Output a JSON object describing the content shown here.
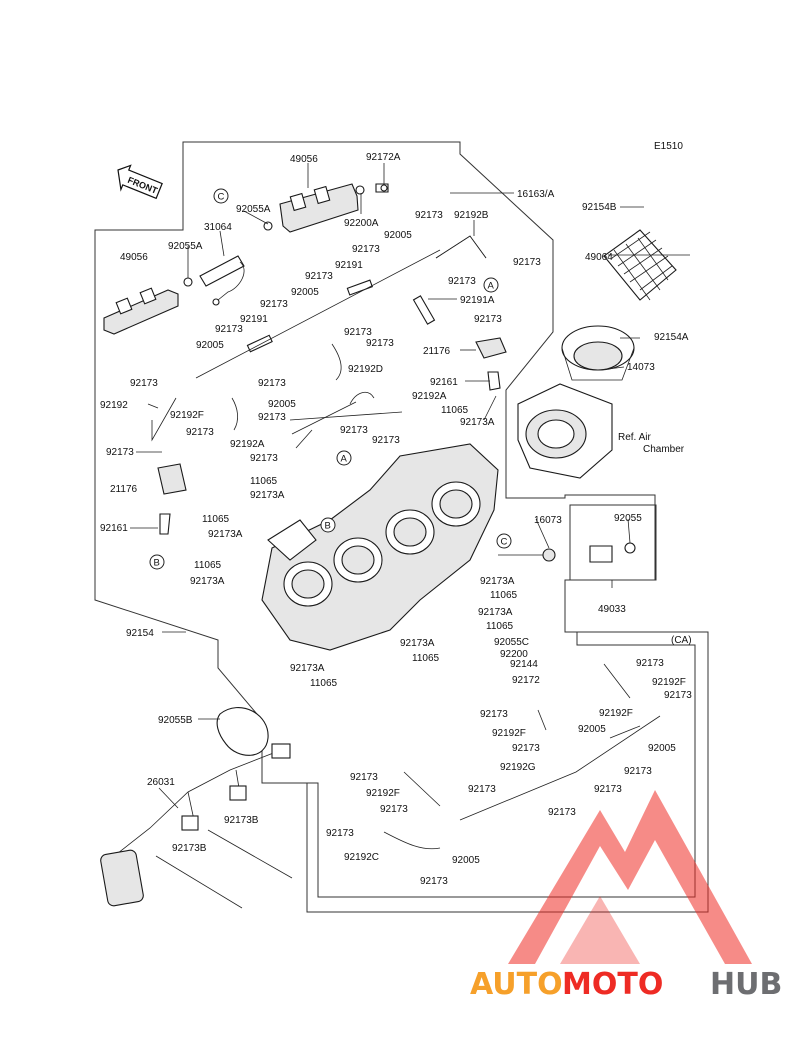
{
  "diagram": {
    "code": "E1510",
    "front_label": "FRONT",
    "ca_label": "(CA)",
    "ref_air_1": "Ref. Air",
    "ref_air_2": "Chamber",
    "callouts": {
      "a": "A",
      "b": "B",
      "c": "C"
    },
    "parts": {
      "p49056a": "49056",
      "p92172A": "92172A",
      "p16163A": "16163/A",
      "p92055A_1": "92055A",
      "p92200A": "92200A",
      "p31064": "31064",
      "p92055A_2": "92055A",
      "p49056b": "49056",
      "p92173_t1": "92173",
      "p92192B": "92192B",
      "p92154B": "92154B",
      "p92005_t1": "92005",
      "p92173_t2": "92173",
      "p92173_t3": "92173",
      "p92191_t": "92191",
      "p92173_t4": "92173",
      "p92005_t2": "92005",
      "p92173_t5": "92173",
      "p92191A": "92191A",
      "p92173_t6": "92173",
      "p49064": "49064",
      "p92173_m1": "92173",
      "p92191_m": "92191",
      "p92173_m2": "92173",
      "p92173_m3": "92173",
      "p92005_m": "92005",
      "p21176_r": "21176",
      "p92154A": "92154A",
      "p92192D": "92192D",
      "p14073": "14073",
      "p92173_l1": "92173",
      "p92161_r": "92161",
      "p92192": "92192",
      "p92192F_l": "92192F",
      "p92005_c": "92005",
      "p92192A_1": "92192A",
      "p92173_c1": "92173",
      "p11065_c1": "11065",
      "p92173_l2": "92173",
      "p92173_c2": "92173",
      "p92173A_c": "92173A",
      "p92192A_2": "92192A",
      "p92173_c3": "92173",
      "p92173_l3": "92173",
      "p92173_c4": "92173",
      "p21176_l": "21176",
      "p11065_c2": "11065",
      "p92173A_c2": "92173A",
      "p92161_l": "92161",
      "p11065_l1": "11065",
      "p92173A_l1": "92173A",
      "p16073": "16073",
      "p92055": "92055",
      "p11065_l2": "11065",
      "p92173A_l2": "92173A",
      "p92173A_r1": "92173A",
      "p11065_r1": "11065",
      "p49033": "49033",
      "p92173A_r2": "92173A",
      "p11065_r2": "11065",
      "p92154": "92154",
      "p92055C": "92055C",
      "p92173A_b1": "92173A",
      "p92200": "92200",
      "p11065_b1": "11065",
      "p92144": "92144",
      "p92173A_b2": "92173A",
      "p92172": "92172",
      "p11065_b2": "11065",
      "p92055B": "92055B",
      "p26031": "26031",
      "p92173B_1": "92173B",
      "p92173B_2": "92173B",
      "ca_92173_1": "92173",
      "ca_92192F_1": "92192F",
      "ca_92173_2": "92173",
      "ca_92173_3": "92173",
      "ca_92192F_2": "92192F",
      "ca_92192F_3": "92192F",
      "ca_92005_1": "92005",
      "ca_92173_4": "92173",
      "ca_92005_2": "92005",
      "ca_92173_5": "92173",
      "ca_92192G": "92192G",
      "ca_92173_6": "92173",
      "ca_92173_7": "92173",
      "ca_92173_8": "92173",
      "ca_92192F_4": "92192F",
      "ca_92173_9": "92173",
      "ca_92173_10": "92173",
      "ca_92173_11": "92173",
      "ca_92192C": "92192C",
      "ca_92005_3": "92005",
      "ca_92173_12": "92173"
    }
  },
  "watermark": {
    "part1": "AUTO",
    "part2": "MOTO",
    "part3": "HUB"
  },
  "colors": {
    "watermark_red": "#ee2b24",
    "watermark_orange": "#f6a02a",
    "watermark_gray": "#6d6e71"
  }
}
